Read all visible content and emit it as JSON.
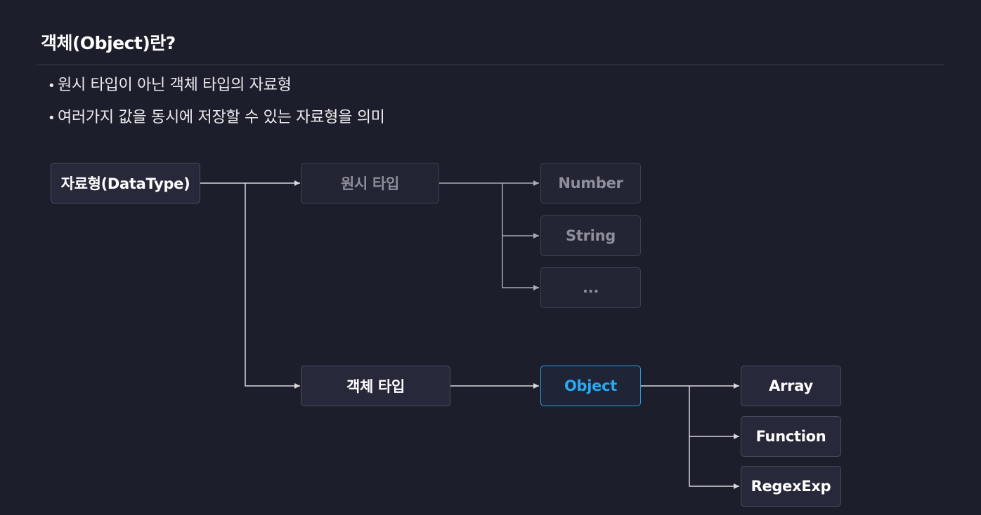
{
  "title": "객체(Object)란?",
  "bullets": [
    "원시 타입이 아닌 객체 타입의 자료형",
    "여러가지 값을 동시에 저장할 수 있는 자료형을 의미"
  ],
  "bullet_glyph": "•",
  "diagram": {
    "root": "자료형(DataType)",
    "primitive": {
      "label": "원시 타입",
      "children": [
        "Number",
        "String",
        "..."
      ]
    },
    "object_type": {
      "label": "객체 타입",
      "child": "Object",
      "children": [
        "Array",
        "Function",
        "RegexExp"
      ]
    }
  },
  "colors": {
    "background": "#1d1e2b",
    "node_border": "#4b4d5c",
    "accent": "#2ba8f2",
    "dim_text": "#8e8f9a",
    "wire": "#d8d8de"
  }
}
